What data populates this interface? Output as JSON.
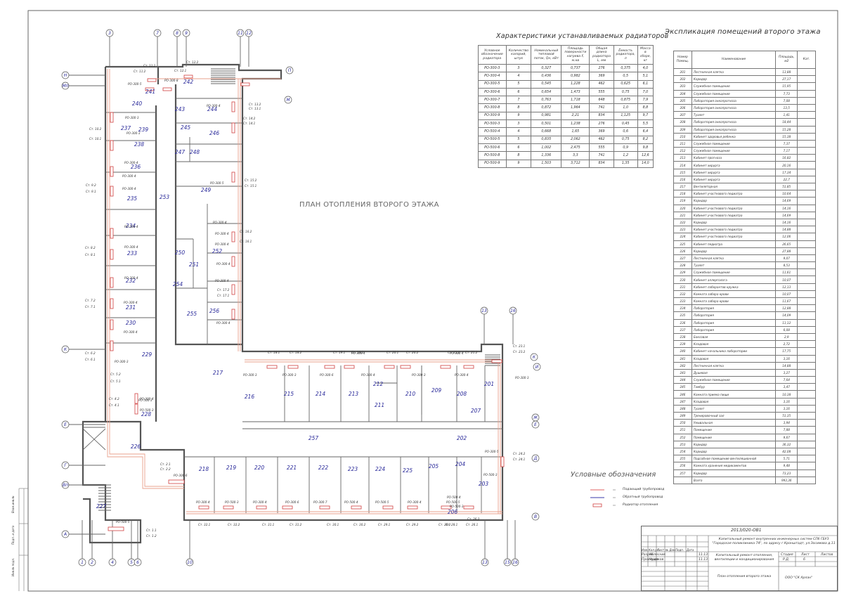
{
  "plan_title": "ПЛАН ОТОПЛЕНИЯ ВТОРОГО ЭТАЖА",
  "radiator_table": {
    "title": "Характеристики устанавливаемых радиаторов",
    "headers": [
      "Условное обозначение радиатора",
      "Количество калорий, штук",
      "Номинальный тепловой поток, Qн, кВт",
      "Площадь поверхности нагрева F, м.кв",
      "Общая длина радиатора L, мм",
      "Ёмкость радиатора, л",
      "Масса в сборе, кг"
    ],
    "rows": [
      [
        "РО-300-3",
        "3",
        "0,327",
        "0,737",
        "276",
        "0,375",
        "4,0"
      ],
      [
        "РО-300-4",
        "4",
        "0,436",
        "0,982",
        "369",
        "0,5",
        "5,1"
      ],
      [
        "РО-300-5",
        "5",
        "0,545",
        "1,228",
        "462",
        "0,625",
        "6,1"
      ],
      [
        "РО-300-6",
        "6",
        "0,654",
        "1,473",
        "555",
        "0,75",
        "7,0"
      ],
      [
        "РО-300-7",
        "7",
        "0,763",
        "1,718",
        "648",
        "0,875",
        "7,9"
      ],
      [
        "РО-300-8",
        "8",
        "0,872",
        "1,964",
        "741",
        "1,0",
        "8,8"
      ],
      [
        "РО-300-9",
        "9",
        "0,981",
        "2,21",
        "834",
        "1,125",
        "9,7"
      ],
      [
        "РО-500-3",
        "3",
        "0,501",
        "1,238",
        "276",
        "0,45",
        "5,5"
      ],
      [
        "РО-500-4",
        "4",
        "0,668",
        "1,65",
        "369",
        "0,6",
        "6,4"
      ],
      [
        "РО-500-5",
        "5",
        "0,835",
        "2,062",
        "462",
        "0,75",
        "8,2"
      ],
      [
        "РО-500-6",
        "6",
        "1,002",
        "2,475",
        "555",
        "0,9",
        "9,8"
      ],
      [
        "РО-500-8",
        "8",
        "1,336",
        "3,3",
        "741",
        "1,2",
        "12,6"
      ],
      [
        "РО-500-9",
        "9",
        "1,503",
        "3,712",
        "834",
        "1,35",
        "14,0"
      ]
    ]
  },
  "explication": {
    "title": "Экспликация помещений второго этажа",
    "headers": [
      "Номер Помещ.",
      "Наименование",
      "Площадь, м2",
      "Кат."
    ],
    "rows": [
      [
        "201",
        "Лестничная клетка",
        "13,88"
      ],
      [
        "202",
        "Коридор",
        "27,17"
      ],
      [
        "203",
        "Служебное помещение",
        "15,95"
      ],
      [
        "204",
        "Служебное помещение",
        "7,73"
      ],
      [
        "205",
        "Лаборатория онкопрогноза",
        "7,08"
      ],
      [
        "206",
        "Лаборатория онкопрогноза",
        "13,5"
      ],
      [
        "207",
        "Туалет",
        "1,41"
      ],
      [
        "208",
        "Лаборатория онкопрогноза",
        "18,44"
      ],
      [
        "209",
        "Лаборатория онкопрогноза",
        "15,28"
      ],
      [
        "210",
        "Кабинет здоровья ребенка",
        "15,38"
      ],
      [
        "211",
        "Служебное помещение",
        "7,37"
      ],
      [
        "212",
        "Служебное помещение",
        "7,17"
      ],
      [
        "213",
        "Кабинет прогноза",
        "16,82"
      ],
      [
        "214",
        "Кабинет хирурга",
        "20,16"
      ],
      [
        "215",
        "Кабинет хирурга",
        "17,34"
      ],
      [
        "216",
        "Кабинет хирурга",
        "22,7"
      ],
      [
        "217",
        "Вентиляторная",
        "51,85"
      ],
      [
        "218",
        "Кабинет участкового педиатра",
        "10,64"
      ],
      [
        "219",
        "Коридор",
        "14,69"
      ],
      [
        "220",
        "Кабинет участкового педиатра",
        "14,16"
      ],
      [
        "221",
        "Кабинет участкового педиатра",
        "14,69"
      ],
      [
        "222",
        "Коридор",
        "14,16"
      ],
      [
        "223",
        "Кабинет участкового педиатра",
        "14,88"
      ],
      [
        "224",
        "Кабинет участкового педиатра",
        "12,06"
      ],
      [
        "225",
        "Кабинет педиатра",
        "26,65"
      ],
      [
        "226",
        "Коридор",
        "27,88"
      ],
      [
        "227",
        "Лестничная клетка",
        "9,07"
      ],
      [
        "228",
        "Туалет",
        "8,53"
      ],
      [
        "229",
        "Служебное помещение",
        "11,61"
      ],
      [
        "230",
        "Кабинет аллерголога",
        "10,07"
      ],
      [
        "231",
        "Кабинет лаборантов кружка",
        "12,13"
      ],
      [
        "232",
        "Комната забора крови",
        "10,07"
      ],
      [
        "233",
        "Комната забора крови",
        "11,67"
      ],
      [
        "234",
        "Лаборатория",
        "12,88"
      ],
      [
        "235",
        "Лаборатория",
        "14,09"
      ],
      [
        "236",
        "Лаборатория",
        "11,12"
      ],
      [
        "237",
        "Лаборатория",
        "6,08"
      ],
      [
        "238",
        "Боксовая",
        "2,9"
      ],
      [
        "239",
        "Кладовая",
        "2,72"
      ],
      [
        "240",
        "Кабинет начальника лаборатории",
        "17,75"
      ],
      [
        "241",
        "Кладовая",
        "3,16"
      ],
      [
        "242",
        "Лестничная клетка",
        "14,88"
      ],
      [
        "243",
        "Душевая",
        "3,27"
      ],
      [
        "244",
        "Служебное помещение",
        "7,64"
      ],
      [
        "245",
        "Тамбур",
        "3,47"
      ],
      [
        "246",
        "Комната приема пищи",
        "10,38"
      ],
      [
        "247",
        "Кладовая",
        "3,16"
      ],
      [
        "248",
        "Туалет",
        "3,16"
      ],
      [
        "249",
        "Тренировочный зал",
        "51,35"
      ],
      [
        "250",
        "Умывальная",
        "3,94"
      ],
      [
        "251",
        "Помещение",
        "7,88"
      ],
      [
        "252",
        "Помещение",
        "9,67"
      ],
      [
        "253",
        "Коридор",
        "36,32"
      ],
      [
        "254",
        "Коридор",
        "42,08"
      ],
      [
        "255",
        "Подсобное помещение вентиляционной",
        "5,71"
      ],
      [
        "256",
        "Комната хранения медикаментов",
        "9,48"
      ],
      [
        "257",
        "Коридор",
        "73,23"
      ],
      [
        "",
        "Всего",
        "993,36"
      ]
    ]
  },
  "legend": {
    "title": "Условные обозначения",
    "items": [
      {
        "label": "Подающий трубопровод",
        "color": "#e06060"
      },
      {
        "label": "Обратный трубопровод",
        "color": "#3a3aa8"
      },
      {
        "label": "Радиатор отопления",
        "color": "#d04040"
      }
    ]
  },
  "stamp": {
    "code": "2013/020-ОВ1",
    "project": "Капитальный ремонт внутренних инженерных систем СПб ГБУЗ \"Городская поликлиника 74\", по адресу г.Кронштадт, ул.Зосимова д.11",
    "section": "Капитальный ремонт отопления, вентиляции и кондиционирования",
    "sheet_name": "План отопления второго этажа",
    "company": "ООО \"СК Арлан\"",
    "stage_label": "Стадия",
    "sheet_label": "Лист",
    "sheets_label": "Листов",
    "stage": "Р.Д.",
    "sheet": "6",
    "header_cells": [
      "Изм.",
      "Кол.уч",
      "Лист",
      "№ Док.",
      "Подп.",
      "Дата"
    ],
    "people": [
      {
        "role": "Разраб.",
        "name": "Колесник",
        "date": "11.13"
      },
      {
        "role": "Проверил",
        "name": "Чудаков",
        "date": "11.13"
      }
    ]
  },
  "side_stamp": [
    "Инв.№ подл.",
    "Подп. и дата",
    "Взам.инв.№"
  ],
  "axes_top": [
    "3",
    "7",
    "8",
    "9",
    "11",
    "12"
  ],
  "axes_bottom": [
    "1",
    "2",
    "4",
    "5",
    "6",
    "10",
    "13",
    "15",
    "16"
  ],
  "axes_right_top": [
    "13",
    "16"
  ],
  "axes_left": [
    "Н",
    "Мп",
    "К",
    "Е",
    "Г",
    "Вп",
    "А"
  ],
  "axes_right": [
    "П",
    "М",
    "К",
    "И",
    "Ж",
    "Е",
    "Д",
    "В"
  ],
  "rooms": [
    "201",
    "202",
    "203",
    "204",
    "205",
    "206",
    "207",
    "208",
    "209",
    "210",
    "211",
    "212",
    "213",
    "214",
    "215",
    "216",
    "217",
    "218",
    "219",
    "220",
    "221",
    "222",
    "223",
    "224",
    "225",
    "226",
    "227",
    "228",
    "229",
    "230",
    "231",
    "232",
    "233",
    "234",
    "235",
    "236",
    "237",
    "238",
    "239",
    "240",
    "241",
    "242",
    "243",
    "244",
    "245",
    "246",
    "247",
    "248",
    "249",
    "250",
    "251",
    "252",
    "253",
    "254",
    "255",
    "256",
    "257"
  ],
  "radiator_labels": [
    "РО-300-8",
    "РО-300-5",
    "РО-300-3",
    "РО-300-3",
    "РО-300-4",
    "РО-300-4",
    "РО-300-4",
    "РО-300-4",
    "РО-300-4",
    "РО-300-4",
    "РО-300-4",
    "РО-300-4",
    "РО-300-3",
    "РО-300-4",
    "РО-500-3",
    "РО-500-3",
    "РО-300-6",
    "РО-300-3",
    "РО-300-3",
    "РО-300-6",
    "РО-300-4",
    "РО-300-4",
    "РО-300-3",
    "РО-300-4",
    "РО-300-4",
    "РО-300-3",
    "РО-300-5",
    "РО-500-3",
    "РО-500-5",
    "РО-500-4",
    "РО-500-3",
    "РО-300-4",
    "РО-500-5",
    "РО-500-4",
    "РО-300-7",
    "РО-300-6",
    "РО-300-4",
    "РО-500-3",
    "РО-300-4",
    "РО-300-4",
    "РО-300-4",
    "РО-300-4",
    "РО-300-4",
    "РО-300-4",
    "РО-300-4",
    "РО-300-5",
    "РО-300-4",
    "РО-500-5"
  ],
  "riser_labels": [
    "Ст. 11.1",
    "Ст. 11.2",
    "Ст. 12.1",
    "Ст. 12.2",
    "Ст. 13.1",
    "Ст. 13.2",
    "Ст. 14.1",
    "Ст. 14.2",
    "Ст. 15.1",
    "Ст. 15.2",
    "Ст. 16.1",
    "Ст. 16.2",
    "Ст. 17.1",
    "Ст. 17.2",
    "Ст. 10.1",
    "Ст. 10.2",
    "Ст. 9.1",
    "Ст. 9.2",
    "Ст. 8.1",
    "Ст. 8.2",
    "Ст. 7.1",
    "Ст. 7.2",
    "Ст. 6.1",
    "Ст. 6.2",
    "Ст. 5.1",
    "Ст. 5.2",
    "Ст. 4.1",
    "Ст. 4.2",
    "Ст. 2.1",
    "Ст. 2.2",
    "Ст. 1.1",
    "Ст. 1.2",
    "Ст. 18.1",
    "Ст. 18.2",
    "Ст. 19.1",
    "Ст. 19.2",
    "Ст. 20.1",
    "Ст. 20.2",
    "Ст. 21.1",
    "Ст. 21.2",
    "Ст. 23.1",
    "Ст. 23.2",
    "Ст. 24.1",
    "Ст. 24.2",
    "Ст. 32.1",
    "Ст. 32.2",
    "Ст. 31.1",
    "Ст. 31.2",
    "Ст. 30.1",
    "Ст. 30.2",
    "Ст. 29.1",
    "Ст. 29.2",
    "Ст. 28.1",
    "Ст. 28.2",
    "Ст. 26.1",
    "Ст. 26.2"
  ]
}
